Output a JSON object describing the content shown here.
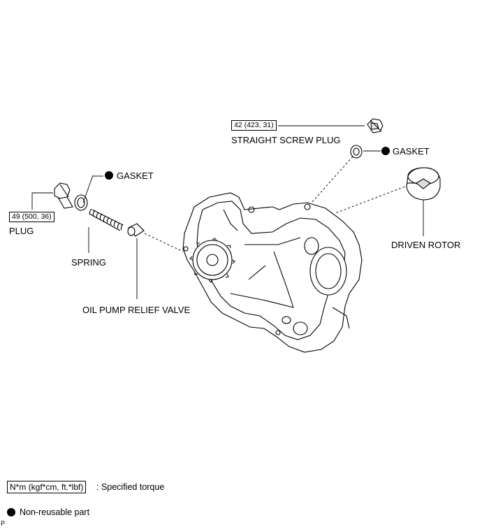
{
  "straight_screw_plug": {
    "torque": "42 (423, 31)",
    "label": "STRAIGHT SCREW PLUG"
  },
  "gasket_right": {
    "label": "GASKET"
  },
  "gasket_left": {
    "label": "GASKET"
  },
  "plug": {
    "torque": "49 (500, 36)",
    "label": "PLUG"
  },
  "spring": {
    "label": "SPRING"
  },
  "relief_valve": {
    "label": "OIL PUMP RELIEF VALVE"
  },
  "driven_rotor": {
    "label": "DRIVEN ROTOR"
  },
  "legend": {
    "torque_box": "N*m (kgf*cm, ft.*lbf)",
    "torque_desc": ": Specified torque",
    "nonreusable_desc": "Non-reusable part"
  },
  "footer_mark": "P"
}
